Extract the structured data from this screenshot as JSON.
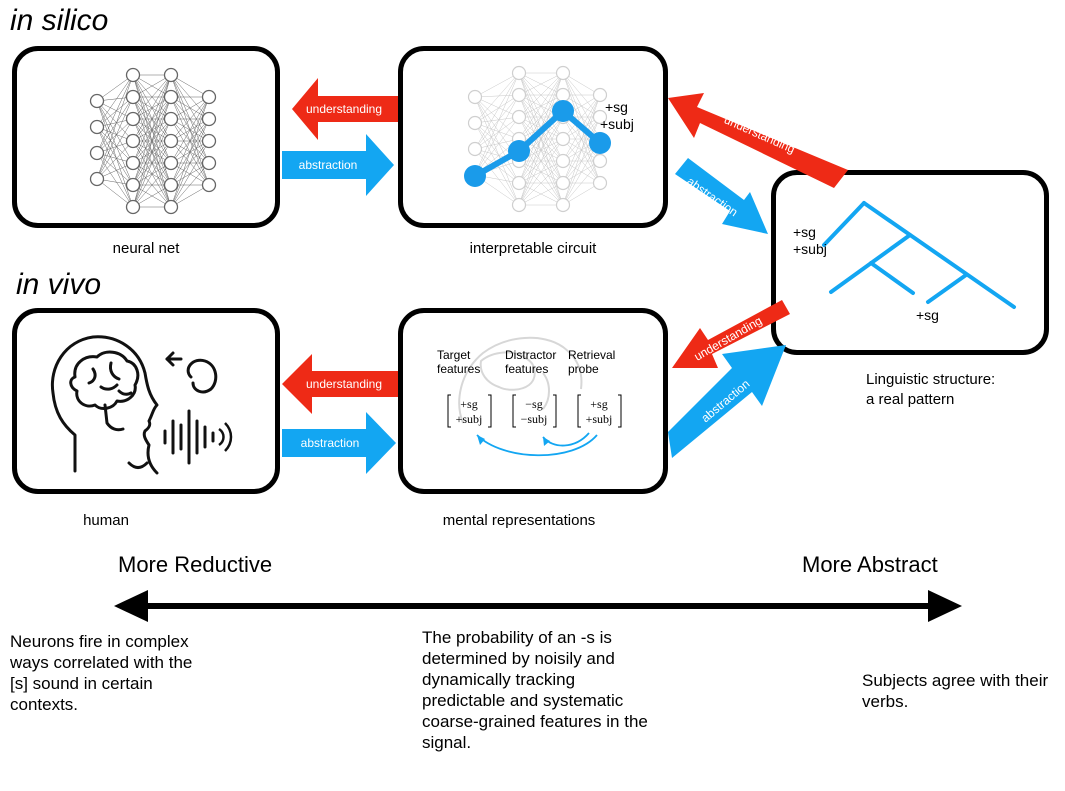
{
  "sections": {
    "in_silico": "in silico",
    "in_vivo": "in vivo"
  },
  "captions": {
    "neural_net": "neural net",
    "circuit": "interpretable circuit",
    "human": "human",
    "mental": "mental representations",
    "structure_line1": "Linguistic structure:",
    "structure_line2": "a real pattern"
  },
  "arrows": {
    "understanding": "understanding",
    "abstraction": "abstraction"
  },
  "colors": {
    "understanding": "#ee2a16",
    "abstraction": "#13a6f2",
    "circuit_blue": "#1a9bea"
  },
  "circuit_tags": {
    "sg": "+sg",
    "subj": "+subj"
  },
  "tree_tags": {
    "sg_top": "+sg",
    "subj_top": "+subj",
    "sg_bottom": "+sg"
  },
  "features": {
    "target": {
      "line1": "Target",
      "line2": "features",
      "value1": "+sg",
      "value2": "+subj"
    },
    "distractor": {
      "line1": "Distractor",
      "line2": "features",
      "value1": "−sg",
      "value2": "−subj"
    },
    "probe": {
      "line1": "Retrieval",
      "line2": "probe",
      "value1": "+sg",
      "value2": "+subj"
    }
  },
  "scale": {
    "left_label": "More Reductive",
    "right_label": "More Abstract",
    "left_desc": "Neurons fire in complex ways correlated with the [s] sound in certain contexts.",
    "middle_desc": "The probability of an -s is determined by noisily and dynamically tracking predictable and systematic coarse-grained features in the signal.",
    "right_desc": "Subjects agree with their verbs."
  },
  "icons": {
    "neural_net": "neural-network-icon",
    "human": "human-head-speaking-icon",
    "tree": "syntax-tree-icon"
  }
}
